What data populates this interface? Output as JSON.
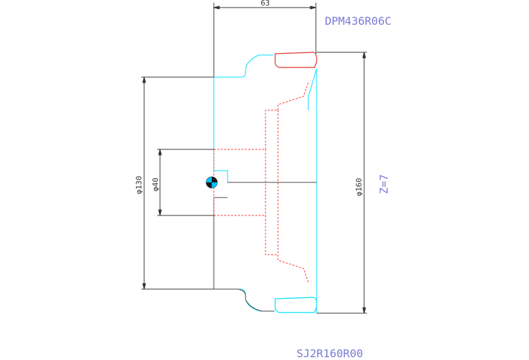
{
  "labels": {
    "top_code": "DPM436R06C",
    "bottom_code": "SJ2R160R00",
    "teeth": "Z=7"
  },
  "dimensions": {
    "width_top": "63",
    "dia_130": "φ130",
    "dia_40": "φ40",
    "dia_160": "φ160"
  },
  "colors": {
    "outline": "#00e0ff",
    "dimension": "#333333",
    "hidden": "#ff3a3a",
    "insert": "#e03030",
    "text": "#7b7bd6"
  },
  "icons": {
    "center_marker": "center-axis-icon"
  }
}
